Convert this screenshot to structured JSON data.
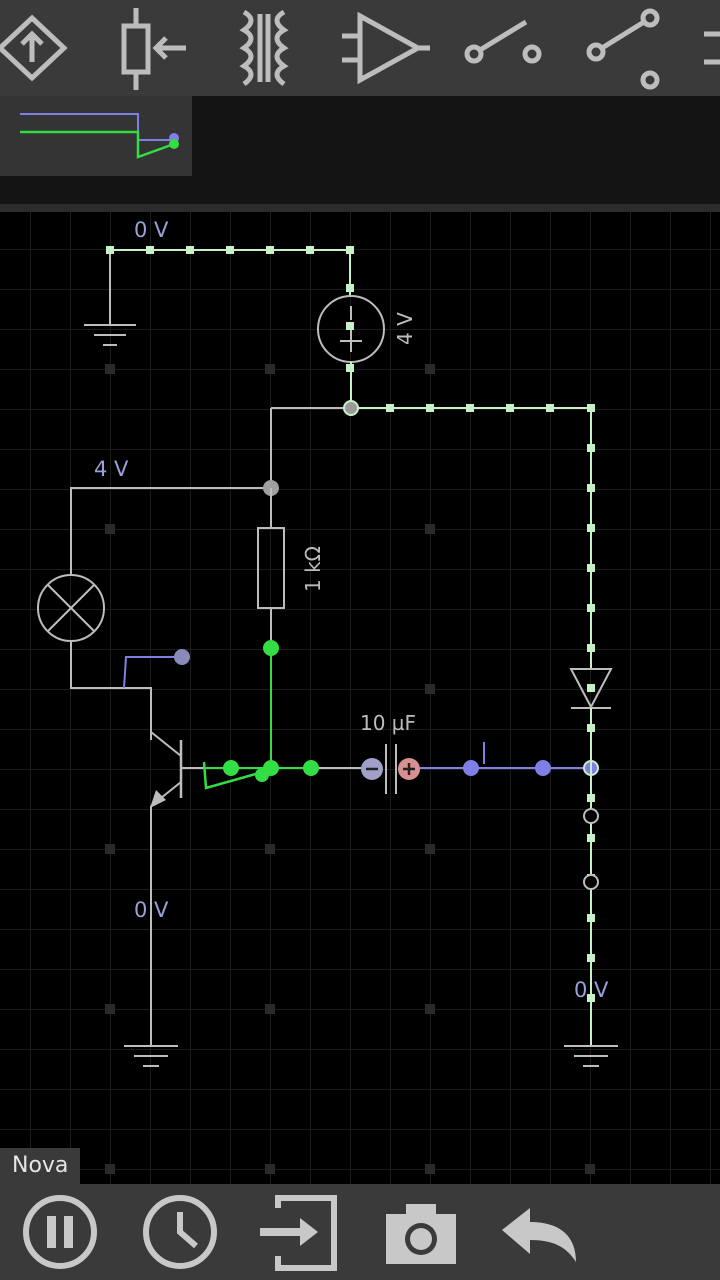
{
  "toolbar": {
    "tools": [
      {
        "name": "voltage-source-tool-icon"
      },
      {
        "name": "potentiometer-tool-icon"
      },
      {
        "name": "transformer-tool-icon"
      },
      {
        "name": "op-amp-tool-icon"
      },
      {
        "name": "switch-tool-icon"
      },
      {
        "name": "spdt-switch-tool-icon"
      }
    ]
  },
  "circuit": {
    "labels": {
      "top_ground_voltage": "0 V",
      "source_voltage": "4 V",
      "lamp_voltage": "4 V",
      "resistor_value": "1 kΩ",
      "capacitor_value": "10 µF",
      "emitter_voltage": "0 V",
      "right_ground_voltage": "0 V"
    }
  },
  "colors": {
    "wire_idle": "#bdbdbd",
    "wire_current": "#c8f0c8",
    "wire_green": "#33dd44",
    "wire_blue": "#7f7fe6",
    "capacitor_plus": "#d89090",
    "capacitor_minus": "#a0a0c8"
  },
  "simulation": {
    "name": "Nova"
  },
  "bottombar": {
    "buttons": [
      {
        "name": "pause-icon"
      },
      {
        "name": "clock-icon"
      },
      {
        "name": "export-icon"
      },
      {
        "name": "camera-icon"
      },
      {
        "name": "undo-icon"
      }
    ]
  }
}
